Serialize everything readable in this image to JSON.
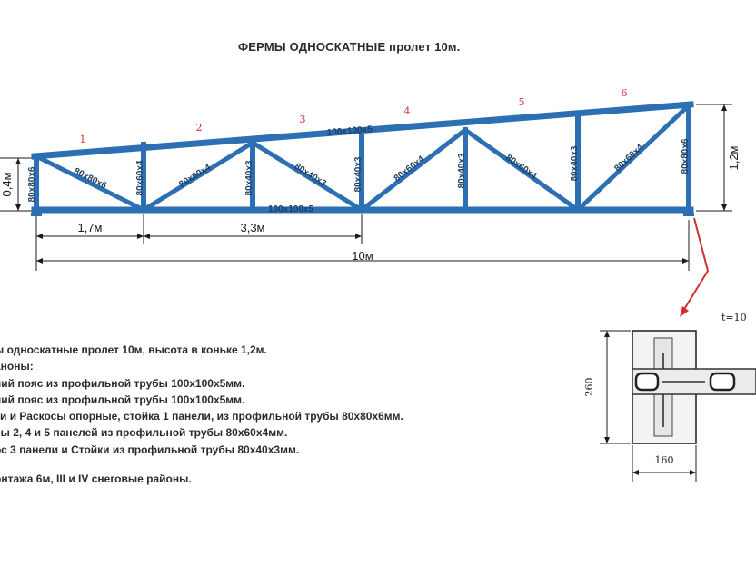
{
  "title": "ФЕРМЫ ОДНОСКАТНЫЕ пролет 10м.",
  "panel_numbers": [
    "1",
    "2",
    "3",
    "4",
    "5",
    "6"
  ],
  "member_labels": {
    "top_chord": "100х100х5",
    "bottom_chord": "100х100х5",
    "post_1": "80х80х6",
    "diag_1": "80х80х6",
    "post_2": "80х60х4",
    "diag_2": "80х60х4",
    "post_3": "80х40х3",
    "diag_3": "80х40х3",
    "post_4": "80х40х3",
    "diag_4": "80х60х4",
    "post_5": "80х40х3",
    "diag_5": "80х60х4",
    "post_6": "80х40х3",
    "diag_6": "80х60х4",
    "post_end": "80х80х6"
  },
  "dimensions": {
    "left_height": "0,4м",
    "right_height": "1,2м",
    "panel_1": "1,7м",
    "panels_2_3": "3,3м",
    "span": "10м"
  },
  "detail": {
    "t_label": "t=10",
    "height": "260",
    "width": "160"
  },
  "notes": [
    "ы односкатные пролет 10м, высота в коньке 1,2м.",
    "аноны:",
    "ний пояс из профильной трубы 100х100х5мм.",
    "ний пояс из профильной трубы 100х100х5мм.",
    "ки и Раскосы опорные, стойка 1 панели, из профильной трубы 80х80х6мм.",
    "сы 2, 4 и 5 панелей из профильной трубы 80х60х4мм.",
    "ос 3 панели и Стойки из профильной трубы 80х40х3мм.",
    "",
    "онтажа 6м, III и IV снеговые районы."
  ],
  "colors": {
    "steel": "#2d6fb3",
    "steel_dark": "#1f4d7d",
    "red": "#d03030",
    "dim_line": "#1b1b1b"
  }
}
